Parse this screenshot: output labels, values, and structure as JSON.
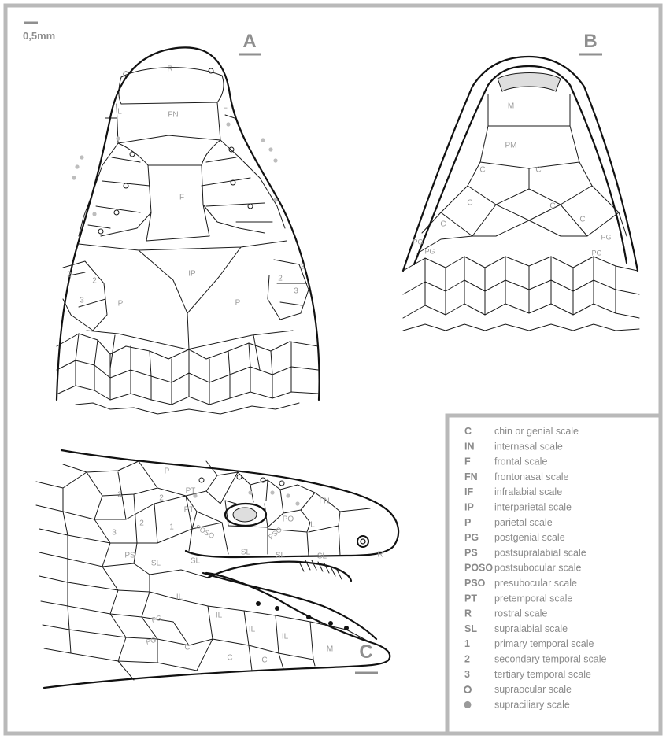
{
  "scale_bar": {
    "label": "0,5mm"
  },
  "panels": [
    {
      "id": "A",
      "label": "A"
    },
    {
      "id": "B",
      "label": "B"
    },
    {
      "id": "C",
      "label": "C"
    }
  ],
  "panel_a_labels": [
    "R",
    "FN",
    "L",
    "L",
    "F",
    "IP",
    "P",
    "P",
    "2",
    "2",
    "3",
    "2",
    "2",
    "3"
  ],
  "panel_b_labels": [
    "M",
    "PM",
    "C",
    "C",
    "C",
    "C",
    "C",
    "C",
    "PG",
    "PG",
    "PG",
    "PG"
  ],
  "panel_c_labels": [
    "P",
    "3",
    "2",
    "3",
    "2",
    "1",
    "PT",
    "PT",
    "POSO",
    "PSO",
    "PO",
    "FN",
    "L",
    "R",
    "PS",
    "SL",
    "SL",
    "SL",
    "SL",
    "SL",
    "IL",
    "IL",
    "IL",
    "IL",
    "PG",
    "PG",
    "C",
    "C",
    "C",
    "M"
  ],
  "legend": [
    {
      "key": "C",
      "desc": "chin or genial scale"
    },
    {
      "key": "IN",
      "desc": "internasal scale"
    },
    {
      "key": "F",
      "desc": "frontal scale"
    },
    {
      "key": "FN",
      "desc": "frontonasal scale"
    },
    {
      "key": "IF",
      "desc": "infralabial scale"
    },
    {
      "key": "IP",
      "desc": "interparietal scale"
    },
    {
      "key": "P",
      "desc": "parietal scale"
    },
    {
      "key": "PG",
      "desc": "postgenial scale"
    },
    {
      "key": "PS",
      "desc": "postsupralabial scale"
    },
    {
      "key": "POSO",
      "desc": "postsubocular scale"
    },
    {
      "key": "PSO",
      "desc": "presubocular scale"
    },
    {
      "key": "PT",
      "desc": "pretemporal scale"
    },
    {
      "key": "R",
      "desc": "rostral scale"
    },
    {
      "key": "SL",
      "desc": "supralabial scale"
    },
    {
      "key": "1",
      "desc": "primary temporal scale"
    },
    {
      "key": "2",
      "desc": "secondary temporal scale"
    },
    {
      "key": "3",
      "desc": "tertiary temporal scale"
    },
    {
      "key": "supraocular-symbol",
      "desc": "supraocular scale"
    },
    {
      "key": "supraciliary-symbol",
      "desc": "supraciliary scale"
    }
  ],
  "colors": {
    "frame": "#b9b9b9",
    "ink": "#1a1a1a",
    "label_gray": "#9a9a9a",
    "dot_gray": "#bdbdbd"
  }
}
